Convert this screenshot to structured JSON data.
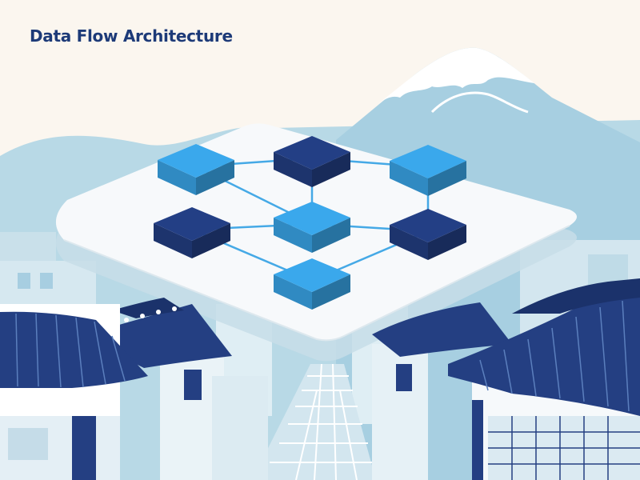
{
  "diagram": {
    "title": "Data Flow Architecture",
    "nodes": [
      {
        "id": "n1",
        "tone": "light"
      },
      {
        "id": "n2",
        "tone": "dark"
      },
      {
        "id": "n3",
        "tone": "light"
      },
      {
        "id": "n4",
        "tone": "dark"
      },
      {
        "id": "n5",
        "tone": "light"
      },
      {
        "id": "n6",
        "tone": "dark"
      },
      {
        "id": "n7",
        "tone": "light"
      }
    ],
    "links": [
      [
        "n1",
        "n2"
      ],
      [
        "n2",
        "n3"
      ],
      [
        "n1",
        "n5"
      ],
      [
        "n2",
        "n5"
      ],
      [
        "n3",
        "n6"
      ],
      [
        "n4",
        "n5"
      ],
      [
        "n5",
        "n6"
      ],
      [
        "n4",
        "n7"
      ],
      [
        "n6",
        "n7"
      ]
    ]
  },
  "colors": {
    "title": "#1d3a78",
    "node_light": "#3aa8ec",
    "node_dark": "#233f85",
    "link": "#45a9e6",
    "platform": "#f7f9fb",
    "mountain": "#a9d1e3",
    "snow": "#ffffff",
    "roof": "#243f82",
    "wall": "#eaf3f7",
    "sky": "#fbf6ef"
  }
}
